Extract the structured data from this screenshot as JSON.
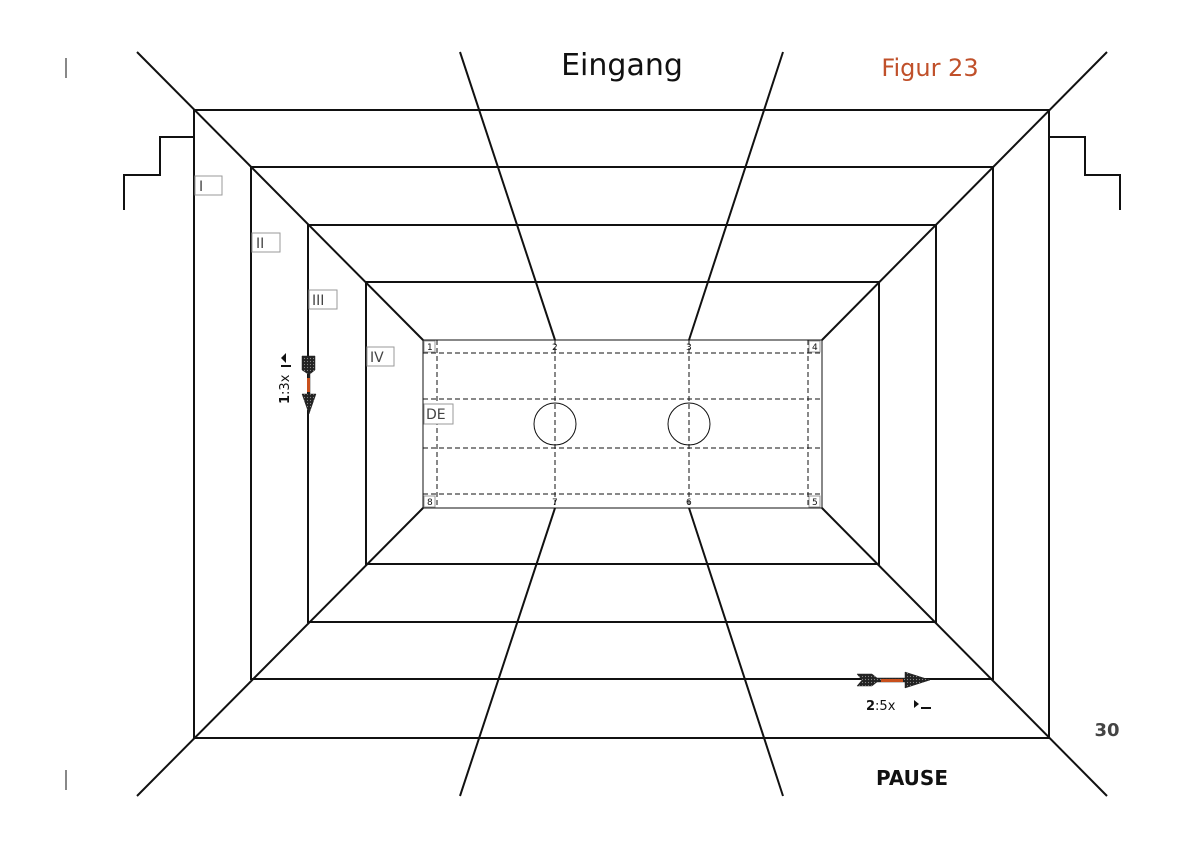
{
  "page": {
    "title": "Eingang",
    "figure_label": "Figur 23",
    "page_number": "30",
    "footer": "PAUSE"
  },
  "layers": [
    "I",
    "II",
    "III",
    "IV"
  ],
  "target_label": "DE",
  "corner_numbers": [
    "1",
    "2",
    "3",
    "4",
    "5",
    "6",
    "7",
    "8"
  ],
  "arrows": {
    "arrow_1": {
      "number": "1",
      "text": ":3x"
    },
    "arrow_2": {
      "number": "2",
      "text": ":5x"
    }
  },
  "colors": {
    "figure_label": "#c0502a",
    "arrow_accent": "#c9501c",
    "lines": "#111111"
  }
}
